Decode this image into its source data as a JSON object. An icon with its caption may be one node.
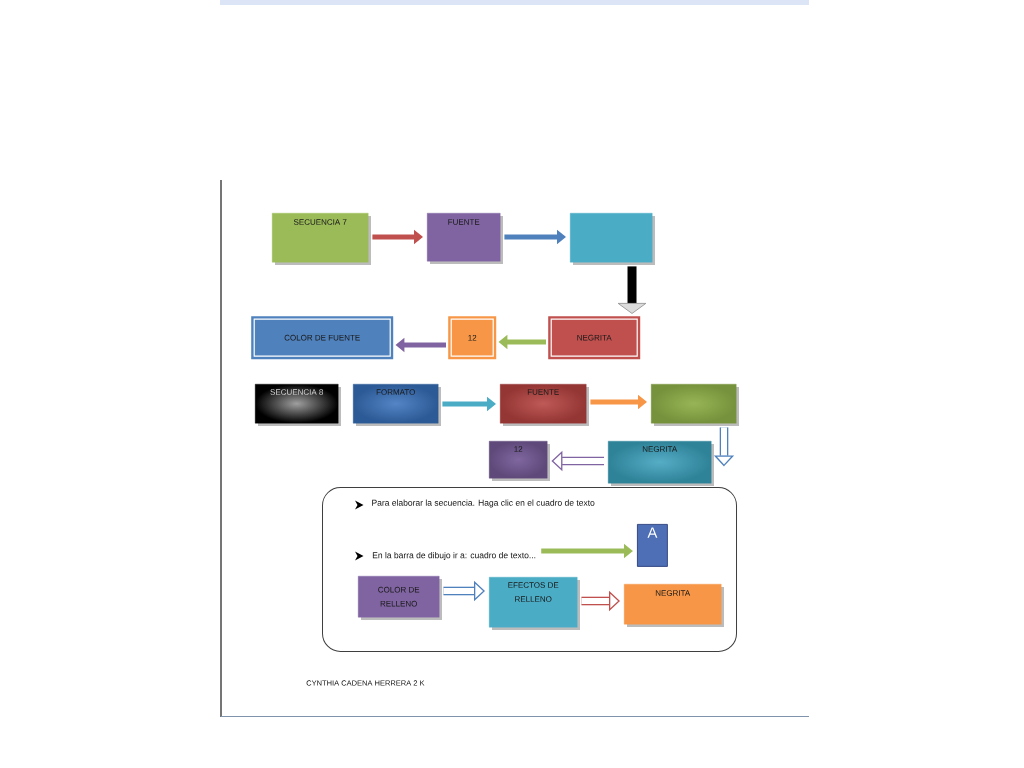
{
  "diagram": {
    "nodes": [
      {
        "text": [
          "SECUENCIA 7"
        ]
      },
      {
        "text": [
          "FUENTE"
        ]
      },
      {
        "text": [],
        "shape": "box"
      },
      {
        "text": [
          "NEGRITA"
        ]
      },
      {
        "text": [
          "12"
        ]
      },
      {
        "text": [
          "COLOR DE FUENTE"
        ]
      },
      {
        "text": [
          "SECUENCIA 8"
        ]
      },
      {
        "text": [
          "FORMATO"
        ]
      },
      {
        "text": [
          "FUENTE"
        ]
      },
      {
        "text": [],
        "shape": "box"
      },
      {
        "text": [
          "NEGRITA"
        ]
      },
      {
        "text": [
          "12"
        ]
      },
      {
        "text": [
          "Para elaborar la secuencia. Haga clic en el cuadro de texto"
        ]
      },
      {
        "text": [
          "En la barra de dibujo ir a: cuadro de texto..."
        ],
        "in": 12
      },
      {
        "text": [
          "A"
        ],
        "in": 12
      },
      {
        "text": [
          "COLOR DE RELLENO"
        ],
        "in": 12
      },
      {
        "text": [
          "EFECTOS DE RELLENO"
        ],
        "in": 12
      },
      {
        "text": [
          "NEGRITA"
        ],
        "in": 12
      }
    ],
    "edges": [
      {
        "from": 0,
        "to": 1,
        "arrow": "to",
        "color": "#c0504d"
      },
      {
        "from": 1,
        "to": 2,
        "arrow": "to",
        "color": "#4f81bd"
      },
      {
        "from": 2,
        "to": 3,
        "arrow": "to",
        "style": "thick",
        "color": "#000000"
      },
      {
        "from": 3,
        "to": 4,
        "arrow": "to",
        "color": "#9bbb59"
      },
      {
        "from": 4,
        "to": 5,
        "arrow": "to",
        "color": "#8064a2"
      },
      {
        "from": 7,
        "to": 8,
        "arrow": "to",
        "color": "#4bacc6"
      },
      {
        "from": 8,
        "to": 9,
        "arrow": "to",
        "color": "#f79646"
      },
      {
        "from": 9,
        "to": 10,
        "arrow": "to",
        "color": "#4f81bd"
      },
      {
        "from": 10,
        "to": 11,
        "arrow": "to",
        "color": "#8064a2"
      },
      {
        "from": 13,
        "to": 14,
        "arrow": "to",
        "color": "#9bbb59"
      },
      {
        "from": 15,
        "to": 16,
        "arrow": "to",
        "color": "#4f81bd"
      },
      {
        "from": 16,
        "to": 17,
        "arrow": "to",
        "color": "#c0504d"
      }
    ],
    "labels": [
      "CYNTHIA CADENA HERRERA 2 K"
    ]
  }
}
